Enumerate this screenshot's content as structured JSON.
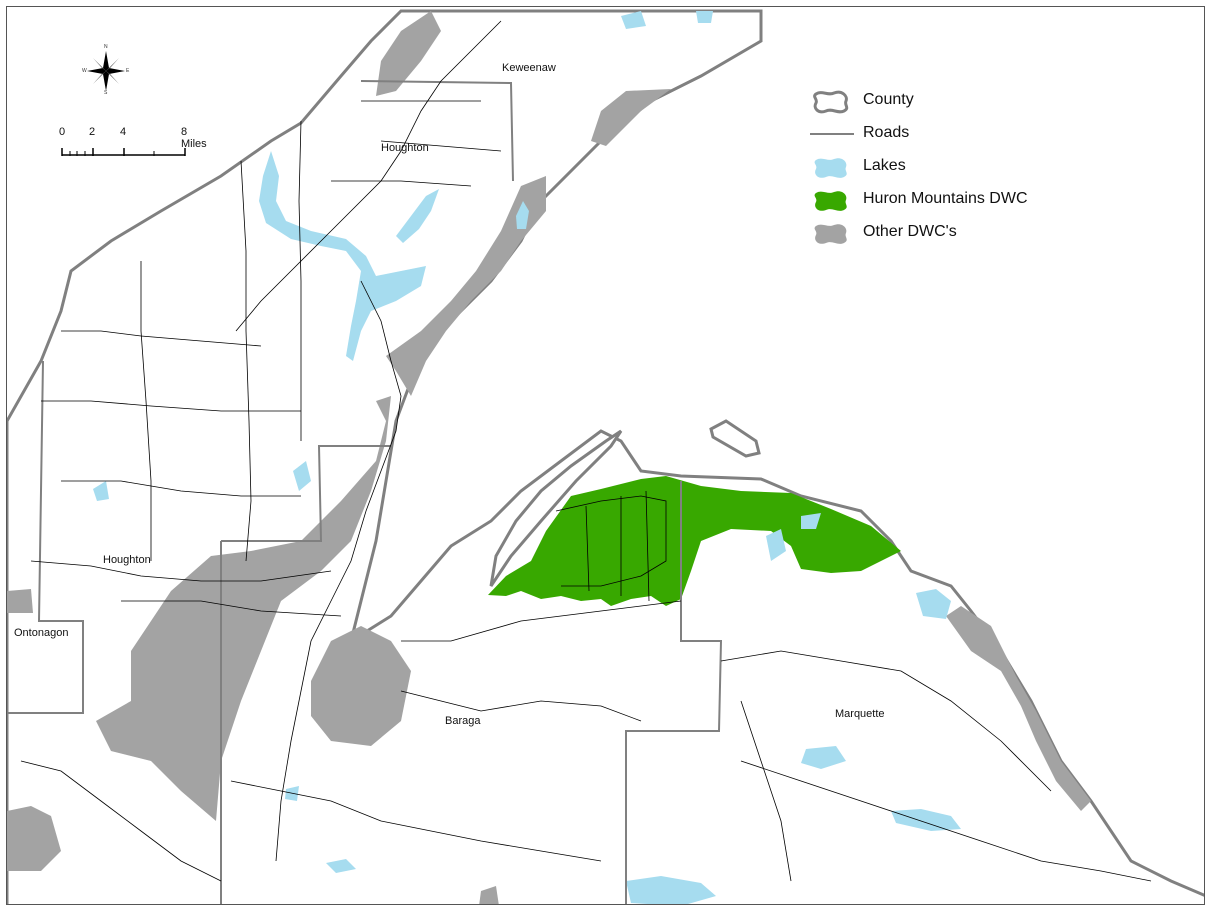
{
  "map": {
    "county_labels": {
      "keweenaw": "Keweenaw",
      "houghton_city": "Houghton",
      "houghton_county": "Houghton",
      "ontonagon": "Ontonagon",
      "baraga": "Baraga",
      "marquette": "Marquette"
    },
    "legend": {
      "county": "County",
      "roads": "Roads",
      "lakes": "Lakes",
      "huron": "Huron Mountains DWC",
      "other": "Other DWC's"
    },
    "scale": {
      "t0": "0",
      "t2": "2",
      "t4": "4",
      "t8": "8 Miles"
    },
    "north_arrow": {
      "n": "N",
      "s": "S",
      "e": "E",
      "w": "W"
    },
    "colors": {
      "land": "#ffffff",
      "county_outline": "#808080",
      "roads": "#000000",
      "lakes": "#a6dcef",
      "huron": "#38a800",
      "other": "#a3a3a3"
    }
  }
}
